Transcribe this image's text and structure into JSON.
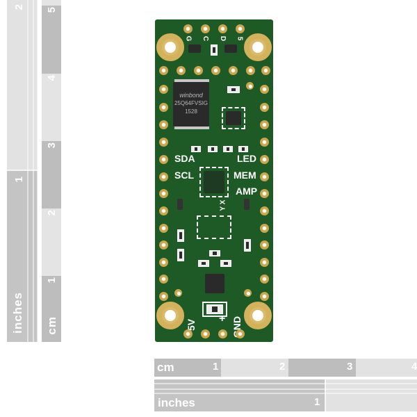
{
  "ruler_vertical": {
    "inches_label": "inches",
    "cm_label": "cm",
    "inch_numbers": [
      "2",
      "1"
    ],
    "cm_numbers": [
      "5",
      "4",
      "3",
      "2",
      "1"
    ]
  },
  "ruler_horizontal": {
    "cm_label": "cm",
    "inches_label": "inches",
    "cm_numbers": [
      "1",
      "2",
      "3",
      "4"
    ],
    "inch_numbers": [
      "1"
    ]
  },
  "board": {
    "top_labels": [
      "G",
      "C",
      "D",
      "5"
    ],
    "chip_brand": "winbond",
    "chip_part": "25Q64FVSIG",
    "chip_code": "1528",
    "left_labels": [
      "SDA",
      "SCL"
    ],
    "right_labels": [
      "LED",
      "MEM",
      "AMP"
    ],
    "bottom_labels": [
      "5V",
      "GND"
    ],
    "axes_label": "Y X",
    "plus_label": "+"
  },
  "colors": {
    "pcb": "#1d5a26",
    "pad": "#d9bb6a",
    "ruler_dark": "#bdbdbd",
    "ruler_light": "#d9d9d9"
  }
}
